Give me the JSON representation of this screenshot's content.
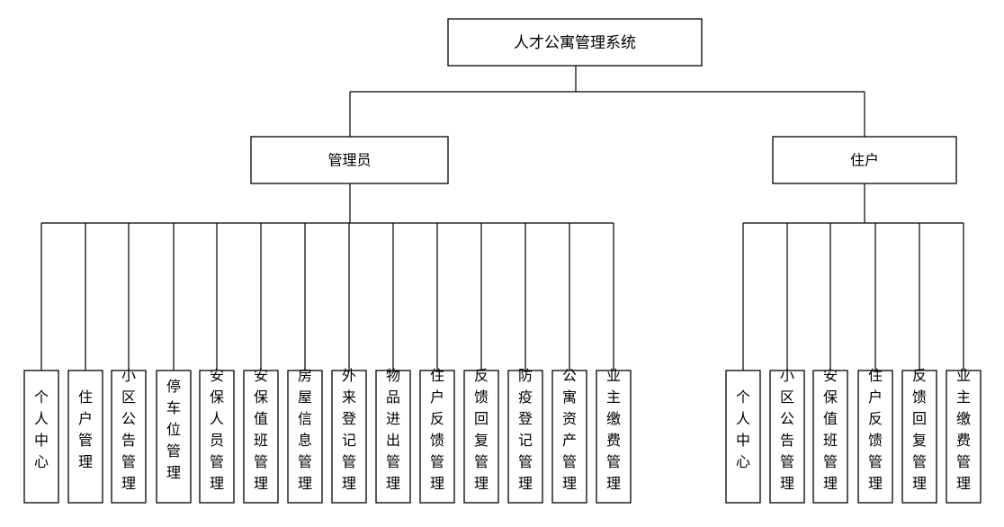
{
  "diagram": {
    "root": {
      "label": "人才公寓管理系统"
    },
    "roles": [
      {
        "label": "管理员",
        "modules": [
          "个人中心",
          "住户管理",
          "小区公告管理",
          "停车位管理",
          "安保人员管理",
          "安保值班管理",
          "房屋信息管理",
          "外来登记管理",
          "物品进出管理",
          "住户反馈管理",
          "反馈回复管理",
          "防疫登记管理",
          "公寓资产管理",
          "业主缴费管理"
        ]
      },
      {
        "label": "住户",
        "modules": [
          "个人中心",
          "小区公告管理",
          "安保值班管理",
          "住户反馈管理",
          "反馈回复管理",
          "业主缴费管理"
        ]
      }
    ],
    "colors": {
      "line": "#000000",
      "box_fill": "#ffffff",
      "text": "#000000"
    }
  }
}
